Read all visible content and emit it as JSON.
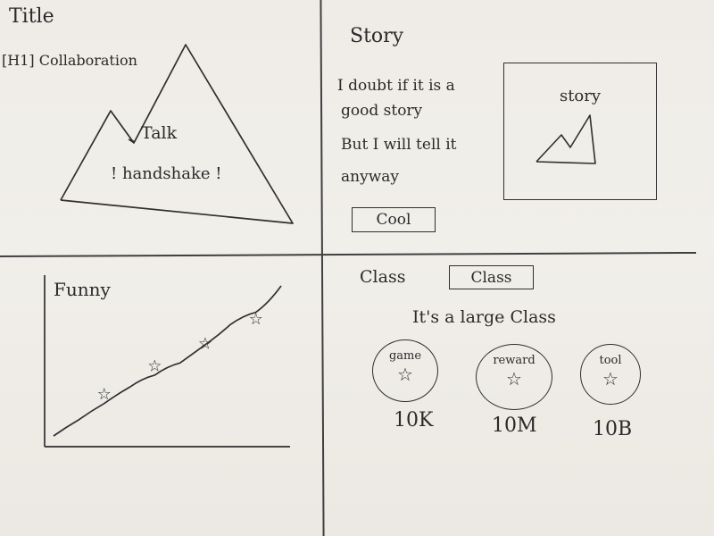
{
  "left_top": {
    "title": "Title",
    "nav_item": "[H1] Collaboration",
    "talk": "Talk",
    "handshake": "! handshake !"
  },
  "right_top": {
    "title": "Story",
    "lines": [
      "I doubt if it is a",
      "good story",
      "But I will tell it",
      "anyway"
    ],
    "button": "Cool",
    "image_label": "story"
  },
  "left_bottom": {
    "label": "Funny",
    "chart_data": {
      "type": "line",
      "title": "",
      "xlabel": "",
      "ylabel": "",
      "grid": false,
      "series": [
        {
          "values": [
            0,
            8,
            16,
            24,
            30,
            36,
            45,
            55,
            61,
            74
          ]
        }
      ],
      "markers": [
        {
          "x": 2,
          "y": 18,
          "symbol": "star"
        },
        {
          "x": 4,
          "y": 32,
          "symbol": "star"
        },
        {
          "x": 6,
          "y": 43,
          "symbol": "star"
        },
        {
          "x": 8,
          "y": 55,
          "symbol": "star"
        }
      ]
    }
  },
  "right_bottom": {
    "label": "Class",
    "button": "Class",
    "caption": "It's a large Class",
    "items": [
      {
        "label": "game",
        "icon": "star-icon",
        "count": "10K"
      },
      {
        "label": "reward",
        "icon": "star-icon",
        "count": "10M"
      },
      {
        "label": "tool",
        "icon": "star-icon",
        "count": "10B"
      }
    ]
  },
  "colors": {
    "paper": "#efece7",
    "ink": "#2a2a2a",
    "table": "#6f6a63"
  }
}
